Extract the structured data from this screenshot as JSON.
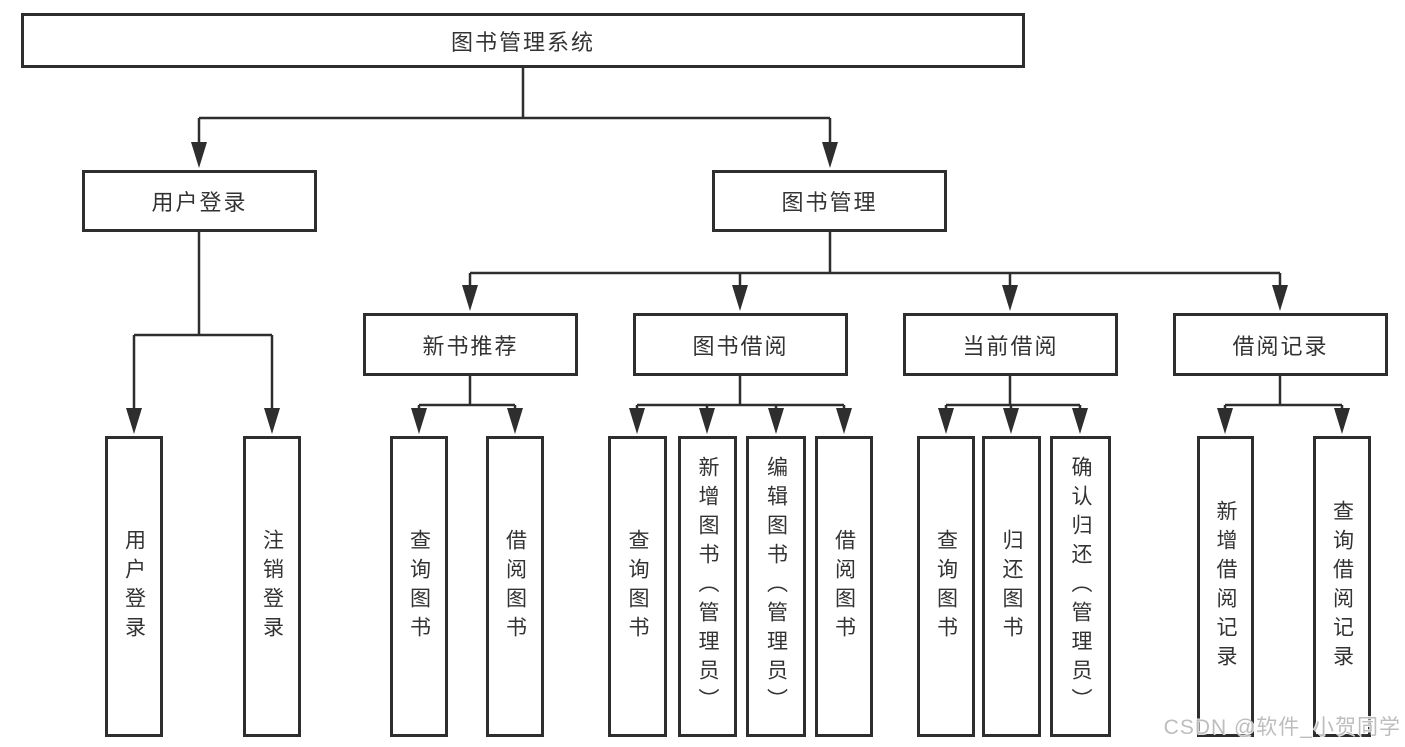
{
  "nodes": {
    "root": "图书管理系统",
    "user_login": "用户登录",
    "book_mgmt": "图书管理",
    "user_login_leaf": "用户登录",
    "logout_leaf": "注销登录",
    "new_book_rec": "新书推荐",
    "book_borrow": "图书借阅",
    "current_borrow": "当前借阅",
    "borrow_records": "借阅记录",
    "nbr_query_books": "查询图书",
    "nbr_borrow_books": "借阅图书",
    "bb_query_books": "查询图书",
    "bb_add_books": "新增图书（管理员）",
    "bb_edit_books": "编辑图书（管理员）",
    "bb_borrow_books": "借阅图书",
    "cb_query_books": "查询图书",
    "cb_return_books": "归还图书",
    "cb_confirm_return": "确认归还（管理员）",
    "br_add_record": "新增借阅记录",
    "br_query_record": "查询借阅记录"
  },
  "watermark": "CSDN @软件_小贺同学",
  "colors": {
    "line": "#2e2e2e",
    "text": "#333333",
    "background": "#ffffff",
    "watermark": "#bdbdbd"
  }
}
